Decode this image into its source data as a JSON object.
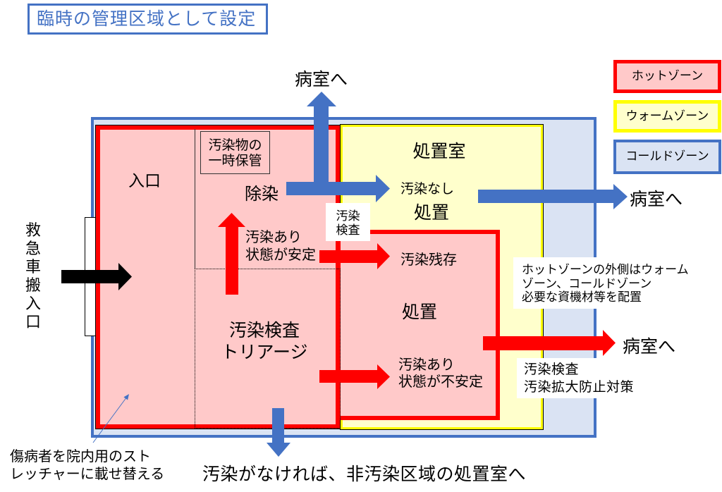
{
  "title": "臨時の管理区域として設定",
  "legend": [
    {
      "zone": "hot",
      "label": "ホットゾーン"
    },
    {
      "zone": "warm",
      "label": "ウォームゾーン"
    },
    {
      "zone": "cold",
      "label": "コールドゾーン"
    }
  ],
  "colors": {
    "hot_border": "#ff0000",
    "hot_fill": "#ffc9c9",
    "warm_border": "#ffff00",
    "warm_fill": "#ffffcc",
    "cold_border": "#4472c4",
    "cold_fill": "#dae3f3",
    "flow_clean": "#4472c4",
    "flow_contaminated": "#ff0000",
    "flow_ambulance": "#000000",
    "title_text": "#4472c4"
  },
  "entrance": {
    "ambulance_entrance": "救急車搬入口"
  },
  "hot_zone": {
    "entrance_label": "入口",
    "storage_label": [
      "汚染物の",
      "一時保管"
    ],
    "decon_label": "除染",
    "stable_label": [
      "汚染あり",
      "状態が安定"
    ],
    "triage_label": [
      "汚染検査",
      "トリアージ"
    ]
  },
  "warm_zone": {
    "room_label": "処置室",
    "no_contamination_label": "汚染なし",
    "clean_treatment_label": "処置",
    "check_label": [
      "汚染",
      "検査"
    ],
    "residual_label": "汚染残存",
    "hot_treatment_label": "処置",
    "unstable_label": [
      "汚染あり",
      "状態が不安定"
    ]
  },
  "destinations": {
    "to_ward_top": "病室へ",
    "to_ward_right_clean": "病室へ",
    "to_ward_right_contaminated": "病室へ",
    "bottom_note": "汚染がなければ、非汚染区域の処置室へ"
  },
  "notes": {
    "zone_info": [
      "ホットゾーンの外側はウォーム",
      "ゾーン、コールドゾーン",
      "必要な資機材等を配置"
    ],
    "contamination_control": [
      "汚染検査",
      "汚染拡大防止対策"
    ],
    "stretcher": [
      "傷病者を院内用のスト",
      "レッチャーに載せ替える"
    ]
  },
  "flows": [
    {
      "from": "救急車搬入口",
      "to": "入口",
      "color": "black"
    },
    {
      "from": "トリアージ",
      "to": "除染",
      "condition": "汚染あり 状態が安定",
      "color": "red"
    },
    {
      "from": "除染",
      "to": "病室へ",
      "direction": "up",
      "color": "blue"
    },
    {
      "from": "除染",
      "to": "処置室 (汚染なし)",
      "color": "blue"
    },
    {
      "from": "除染",
      "to": "汚染残存 処置",
      "color": "red"
    },
    {
      "from": "トリアージ",
      "to": "処置 (汚染あり 状態が不安定)",
      "color": "red"
    },
    {
      "from": "処置室",
      "to": "病室へ",
      "color": "blue"
    },
    {
      "from": "処置",
      "to": "病室へ",
      "color": "red"
    },
    {
      "from": "トリアージ",
      "to": "非汚染区域の処置室",
      "condition": "汚染がなければ",
      "color": "blue"
    }
  ]
}
